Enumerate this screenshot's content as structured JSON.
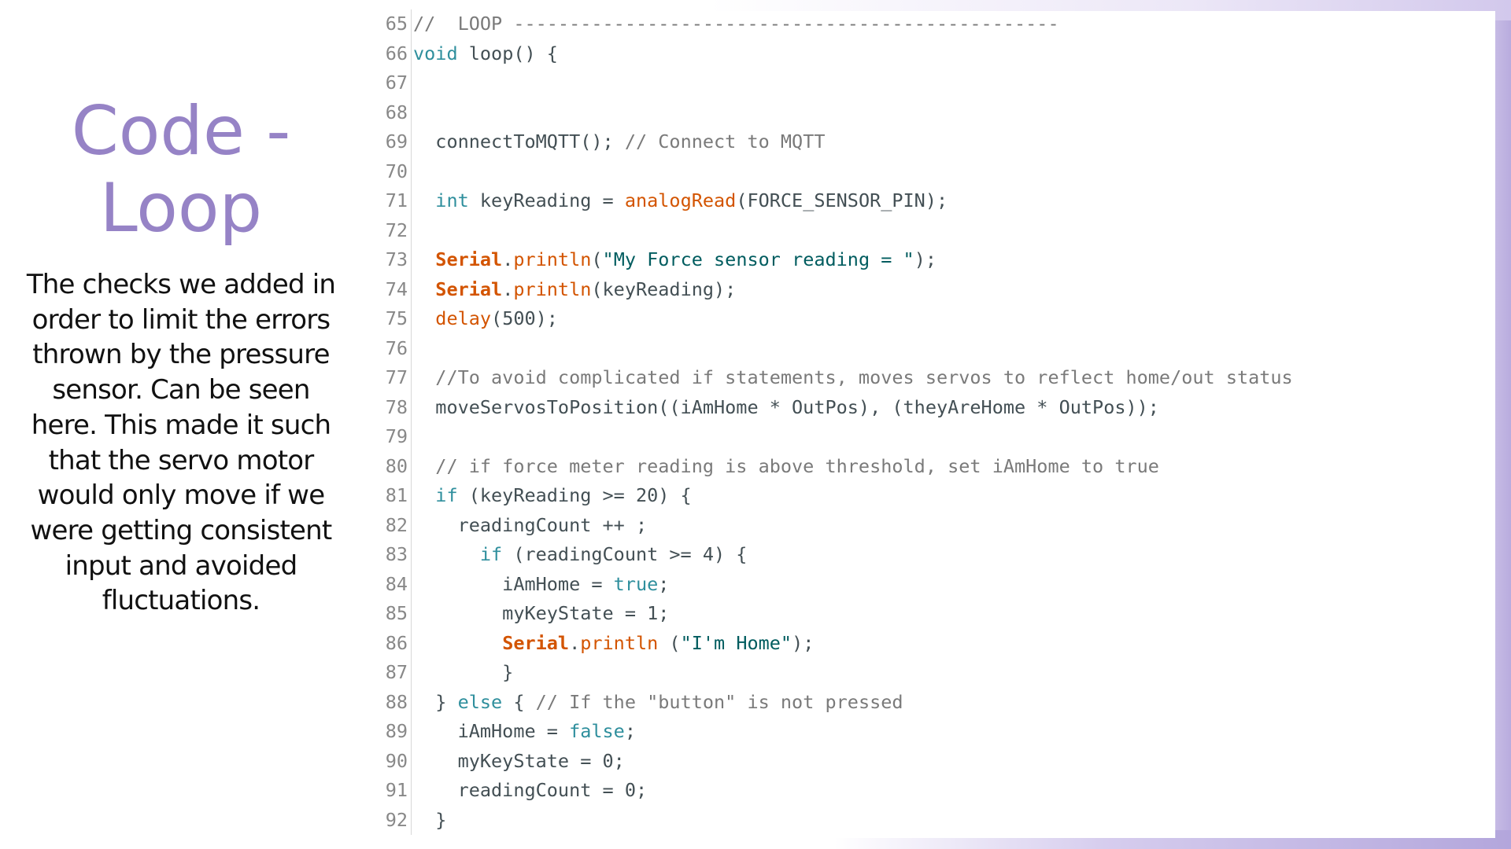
{
  "slide": {
    "title_line1": "Code -",
    "title_line2": "Loop",
    "description": "The checks we added in order to limit the errors thrown by the pressure sensor. Can be seen here. This made it such that the servo motor would only move if we were getting consistent input and avoided fluctuations."
  },
  "code": {
    "lines": [
      {
        "n": "65",
        "tokens": [
          {
            "t": "//  LOOP -------------------------------------------------",
            "c": "c"
          }
        ]
      },
      {
        "n": "66",
        "tokens": [
          {
            "t": "void",
            "c": "k"
          },
          {
            "t": " ",
            "c": "p"
          },
          {
            "t": "loop",
            "c": "p"
          },
          {
            "t": "() {",
            "c": "p"
          }
        ]
      },
      {
        "n": "67",
        "tokens": []
      },
      {
        "n": "68",
        "tokens": []
      },
      {
        "n": "69",
        "tokens": [
          {
            "t": "  connectToMQTT(); ",
            "c": "p"
          },
          {
            "t": "// Connect to MQTT",
            "c": "c"
          }
        ]
      },
      {
        "n": "70",
        "tokens": []
      },
      {
        "n": "71",
        "tokens": [
          {
            "t": "  ",
            "c": "p"
          },
          {
            "t": "int",
            "c": "k"
          },
          {
            "t": " keyReading = ",
            "c": "p"
          },
          {
            "t": "analogRead",
            "c": "f"
          },
          {
            "t": "(FORCE_SENSOR_PIN);",
            "c": "p"
          }
        ]
      },
      {
        "n": "72",
        "tokens": []
      },
      {
        "n": "73",
        "tokens": [
          {
            "t": "  ",
            "c": "p"
          },
          {
            "t": "Serial",
            "c": "s"
          },
          {
            "t": ".",
            "c": "p"
          },
          {
            "t": "println",
            "c": "f"
          },
          {
            "t": "(",
            "c": "p"
          },
          {
            "t": "\"My Force sensor reading = \"",
            "c": "st"
          },
          {
            "t": ");",
            "c": "p"
          }
        ]
      },
      {
        "n": "74",
        "tokens": [
          {
            "t": "  ",
            "c": "p"
          },
          {
            "t": "Serial",
            "c": "s"
          },
          {
            "t": ".",
            "c": "p"
          },
          {
            "t": "println",
            "c": "f"
          },
          {
            "t": "(keyReading);",
            "c": "p"
          }
        ]
      },
      {
        "n": "75",
        "tokens": [
          {
            "t": "  ",
            "c": "p"
          },
          {
            "t": "delay",
            "c": "f"
          },
          {
            "t": "(500);",
            "c": "p"
          }
        ]
      },
      {
        "n": "76",
        "tokens": []
      },
      {
        "n": "77",
        "tokens": [
          {
            "t": "  //To avoid complicated if statements, moves servos to reflect home/out status",
            "c": "c"
          }
        ]
      },
      {
        "n": "78",
        "tokens": [
          {
            "t": "  moveServosToPosition((iAmHome * OutPos), (theyAreHome * OutPos));",
            "c": "p"
          }
        ]
      },
      {
        "n": "79",
        "tokens": []
      },
      {
        "n": "80",
        "tokens": [
          {
            "t": "  // if force meter reading is above threshold, set iAmHome to true",
            "c": "c"
          }
        ]
      },
      {
        "n": "81",
        "tokens": [
          {
            "t": "  ",
            "c": "p"
          },
          {
            "t": "if",
            "c": "k"
          },
          {
            "t": " (keyReading >= 20) {",
            "c": "p"
          }
        ]
      },
      {
        "n": "82",
        "tokens": [
          {
            "t": "    readingCount ++ ;",
            "c": "p"
          }
        ]
      },
      {
        "n": "83",
        "tokens": [
          {
            "t": "      ",
            "c": "p"
          },
          {
            "t": "if",
            "c": "k"
          },
          {
            "t": " (readingCount >= 4) {",
            "c": "p"
          }
        ]
      },
      {
        "n": "84",
        "tokens": [
          {
            "t": "        iAmHome = ",
            "c": "p"
          },
          {
            "t": "true",
            "c": "k"
          },
          {
            "t": ";",
            "c": "p"
          }
        ]
      },
      {
        "n": "85",
        "tokens": [
          {
            "t": "        myKeyState = 1;",
            "c": "p"
          }
        ]
      },
      {
        "n": "86",
        "tokens": [
          {
            "t": "        ",
            "c": "p"
          },
          {
            "t": "Serial",
            "c": "s"
          },
          {
            "t": ".",
            "c": "p"
          },
          {
            "t": "println",
            "c": "f"
          },
          {
            "t": " (",
            "c": "p"
          },
          {
            "t": "\"I'm Home\"",
            "c": "st"
          },
          {
            "t": ");",
            "c": "p"
          }
        ]
      },
      {
        "n": "87",
        "tokens": [
          {
            "t": "        }",
            "c": "p"
          }
        ]
      },
      {
        "n": "88",
        "tokens": [
          {
            "t": "  } ",
            "c": "p"
          },
          {
            "t": "else",
            "c": "k"
          },
          {
            "t": " { ",
            "c": "p"
          },
          {
            "t": "// If the \"button\" is not pressed",
            "c": "c"
          }
        ]
      },
      {
        "n": "89",
        "tokens": [
          {
            "t": "    iAmHome = ",
            "c": "p"
          },
          {
            "t": "false",
            "c": "k"
          },
          {
            "t": ";",
            "c": "p"
          }
        ]
      },
      {
        "n": "90",
        "tokens": [
          {
            "t": "    myKeyState = 0;",
            "c": "p"
          }
        ]
      },
      {
        "n": "91",
        "tokens": [
          {
            "t": "    readingCount = 0;",
            "c": "p"
          }
        ]
      },
      {
        "n": "92",
        "tokens": [
          {
            "t": "  }",
            "c": "p"
          }
        ]
      }
    ]
  }
}
